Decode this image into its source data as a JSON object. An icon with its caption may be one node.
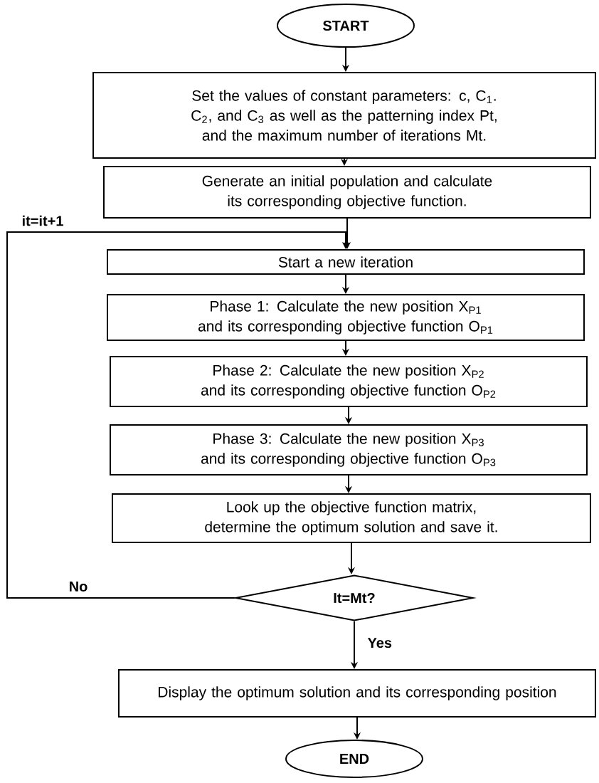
{
  "diagram": {
    "nodes": [
      {
        "text": [
          "START"
        ]
      },
      {
        "text": [
          "Set the values of constant parameters: c, C$_{1}$. C$_{2}$, and C$_{3}$ as well as the patterning index Pt, and the maximum number of iterations Mt."
        ]
      },
      {
        "text": [
          "Generate an initial population and calculate its corresponding objective function."
        ]
      },
      {
        "text": [
          "Start a new iteration"
        ]
      },
      {
        "text": [
          "Phase 1: Calculate the new position X$_{P1}$ and its corresponding objective function O$_{P1}$"
        ]
      },
      {
        "text": [
          "Phase 2: Calculate the new position X$_{P2}$ and its corresponding objective function O$_{P2}$"
        ]
      },
      {
        "text": [
          "Phase 3: Calculate the new position X$_{P3}$ and its corresponding objective function O$_{P3}$"
        ]
      },
      {
        "text": [
          "Look up the objective function matrix, determine the optimum solution and save it."
        ]
      },
      {
        "text": [
          "It=Mt?"
        ]
      },
      {
        "text": [
          "Display the optimum solution and its corresponding position"
        ]
      },
      {
        "text": [
          "END"
        ]
      }
    ],
    "edges": [
      {
        "from": 0,
        "to": 1,
        "arrow": "to"
      },
      {
        "from": 1,
        "to": 2,
        "arrow": "to"
      },
      {
        "from": 2,
        "to": 3,
        "arrow": "to"
      },
      {
        "from": 3,
        "to": 4,
        "arrow": "to"
      },
      {
        "from": 4,
        "to": 5,
        "arrow": "to"
      },
      {
        "from": 5,
        "to": 6,
        "arrow": "to"
      },
      {
        "from": 6,
        "to": 7,
        "arrow": "to"
      },
      {
        "from": 7,
        "to": 8,
        "arrow": "to"
      },
      {
        "from": 8,
        "to": 9,
        "arrow": "to",
        "label": "Yes"
      },
      {
        "from": 9,
        "to": 10,
        "arrow": "to"
      },
      {
        "from": 8,
        "to": 3,
        "arrow": "to",
        "label": "No"
      }
    ],
    "labels": [
      "it=it+1"
    ]
  }
}
